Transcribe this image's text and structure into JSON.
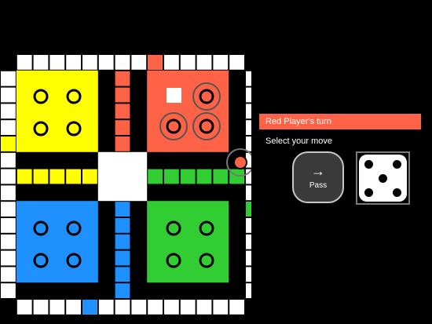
{
  "colors": {
    "red": "#ff6347",
    "yellow": "#ffff00",
    "blue": "#1e90ff",
    "green": "#32cd32",
    "track": "#ffffff",
    "background": "#000000"
  },
  "game": {
    "current_player": "red",
    "dice_value": 5
  },
  "panel": {
    "turn_text": "Red Player's turn",
    "prompt_text": "Select your move",
    "pass_label": "Pass",
    "pass_icon": "arrow-right-icon",
    "banner_color": "#ff6347"
  }
}
